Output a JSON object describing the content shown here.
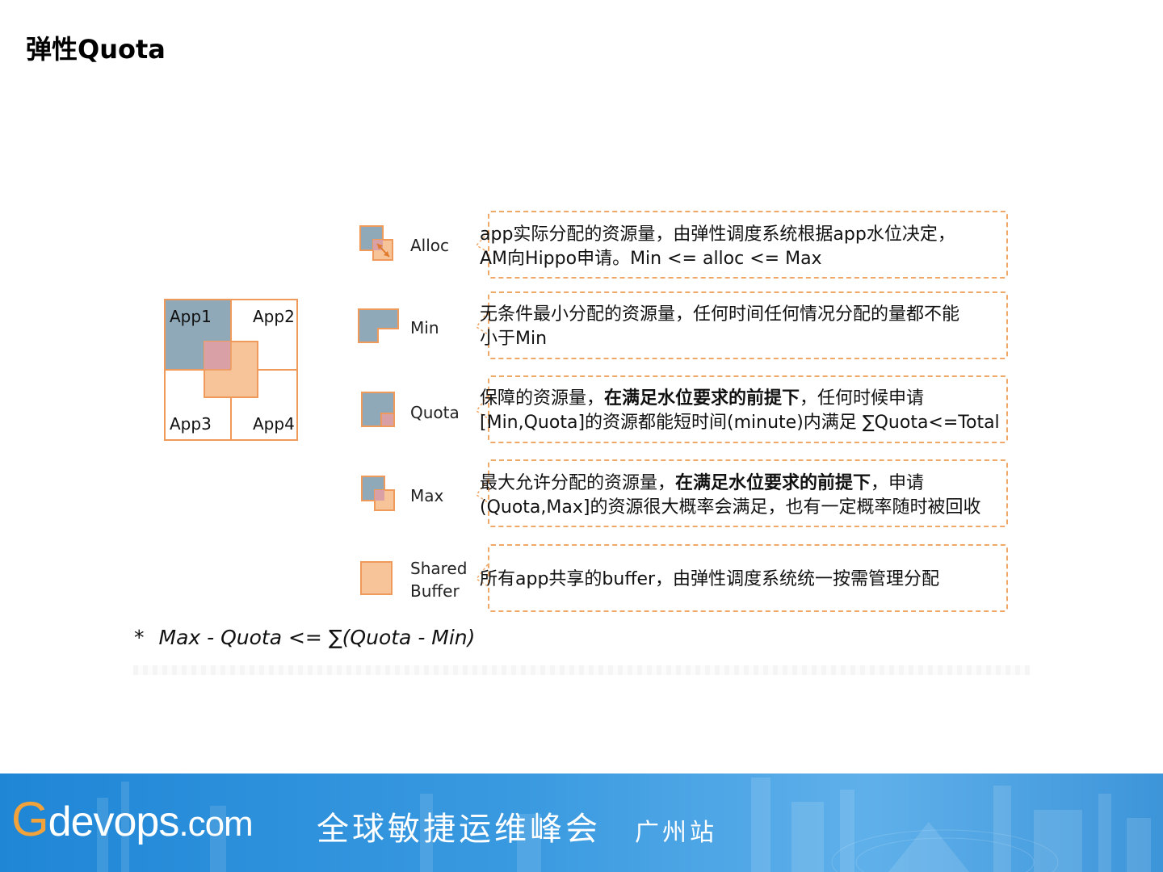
{
  "title": "弹性Quota",
  "apps": [
    "App1",
    "App2",
    "App3",
    "App4"
  ],
  "legend": [
    {
      "label": "Alloc",
      "icon": "alloc-icon"
    },
    {
      "label": "Min",
      "icon": "min-icon"
    },
    {
      "label": "Quota",
      "icon": "quota-icon"
    },
    {
      "label": "Max",
      "icon": "max-icon"
    },
    {
      "label_line1": "Shared",
      "label_line2": "Buffer",
      "icon": "shared-buffer-icon"
    }
  ],
  "descriptions": {
    "alloc": {
      "line1": "app实际分配的资源量，由弹性调度系统根据app水位决定，",
      "line2": "AM向Hippo申请。Min <= alloc <= Max"
    },
    "min": {
      "line1": "无条件最小分配的资源量，任何时间任何情况分配的量都不能",
      "line2": "小于Min"
    },
    "quota": {
      "pre": "保障的资源量，",
      "bold": "在满足水位要求的前提下",
      "post": "，任何时候申请",
      "line2": "[Min,Quota]的资源都能短时间(minute)内满足 ∑Quota<=Total"
    },
    "max": {
      "pre": "最大允许分配的资源量，",
      "bold": "在满足水位要求的前提下",
      "post": "，申请",
      "line2": "(Quota,Max]的资源很大概率会满足，也有一定概率随时被回收"
    },
    "shared": {
      "line1": "所有app共享的buffer，由弹性调度系统统一按需管理分配"
    }
  },
  "formula": {
    "star": "*",
    "expr": "Max - Quota <= ∑(Quota - Min)"
  },
  "footer": {
    "brand_g": "G",
    "brand_rest": "devops",
    "brand_com": ".com",
    "event": "全球敏捷运维峰会",
    "city": "广州站"
  },
  "colors": {
    "orange": "#f0a868",
    "orange_fill": "#f7c49a",
    "slate": "#8fa9b8",
    "overlap": "#d9a1a5",
    "footer_blue": "#2f8fdb",
    "brand_orange": "#f2a23a"
  }
}
